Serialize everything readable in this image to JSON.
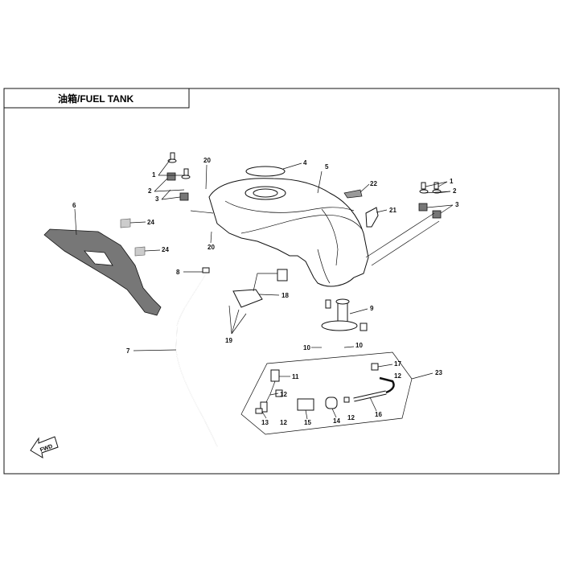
{
  "title": "油箱/FUEL TANK",
  "fwd_label": "FWD",
  "callouts": [
    {
      "id": "c1a",
      "text": "1"
    },
    {
      "id": "c2a",
      "text": "2"
    },
    {
      "id": "c3a",
      "text": "3"
    },
    {
      "id": "c1b",
      "text": "1"
    },
    {
      "id": "c2b",
      "text": "2"
    },
    {
      "id": "c3b",
      "text": "3"
    },
    {
      "id": "c4",
      "text": "4"
    },
    {
      "id": "c5",
      "text": "5"
    },
    {
      "id": "c6",
      "text": "6"
    },
    {
      "id": "c7",
      "text": "7"
    },
    {
      "id": "c8",
      "text": "8"
    },
    {
      "id": "c9",
      "text": "9"
    },
    {
      "id": "c10a",
      "text": "10"
    },
    {
      "id": "c10b",
      "text": "10"
    },
    {
      "id": "c11",
      "text": "11"
    },
    {
      "id": "c12a",
      "text": "12"
    },
    {
      "id": "c12b",
      "text": "12"
    },
    {
      "id": "c12c",
      "text": "12"
    },
    {
      "id": "c12d",
      "text": "12"
    },
    {
      "id": "c13",
      "text": "13"
    },
    {
      "id": "c14",
      "text": "14"
    },
    {
      "id": "c15",
      "text": "15"
    },
    {
      "id": "c16",
      "text": "16"
    },
    {
      "id": "c17",
      "text": "17"
    },
    {
      "id": "c18",
      "text": "18"
    },
    {
      "id": "c19",
      "text": "19"
    },
    {
      "id": "c20a",
      "text": "20"
    },
    {
      "id": "c20b",
      "text": "20"
    },
    {
      "id": "c21",
      "text": "21"
    },
    {
      "id": "c22",
      "text": "22"
    },
    {
      "id": "c23",
      "text": "23"
    },
    {
      "id": "c24a",
      "text": "24"
    },
    {
      "id": "c24b",
      "text": "24"
    }
  ]
}
